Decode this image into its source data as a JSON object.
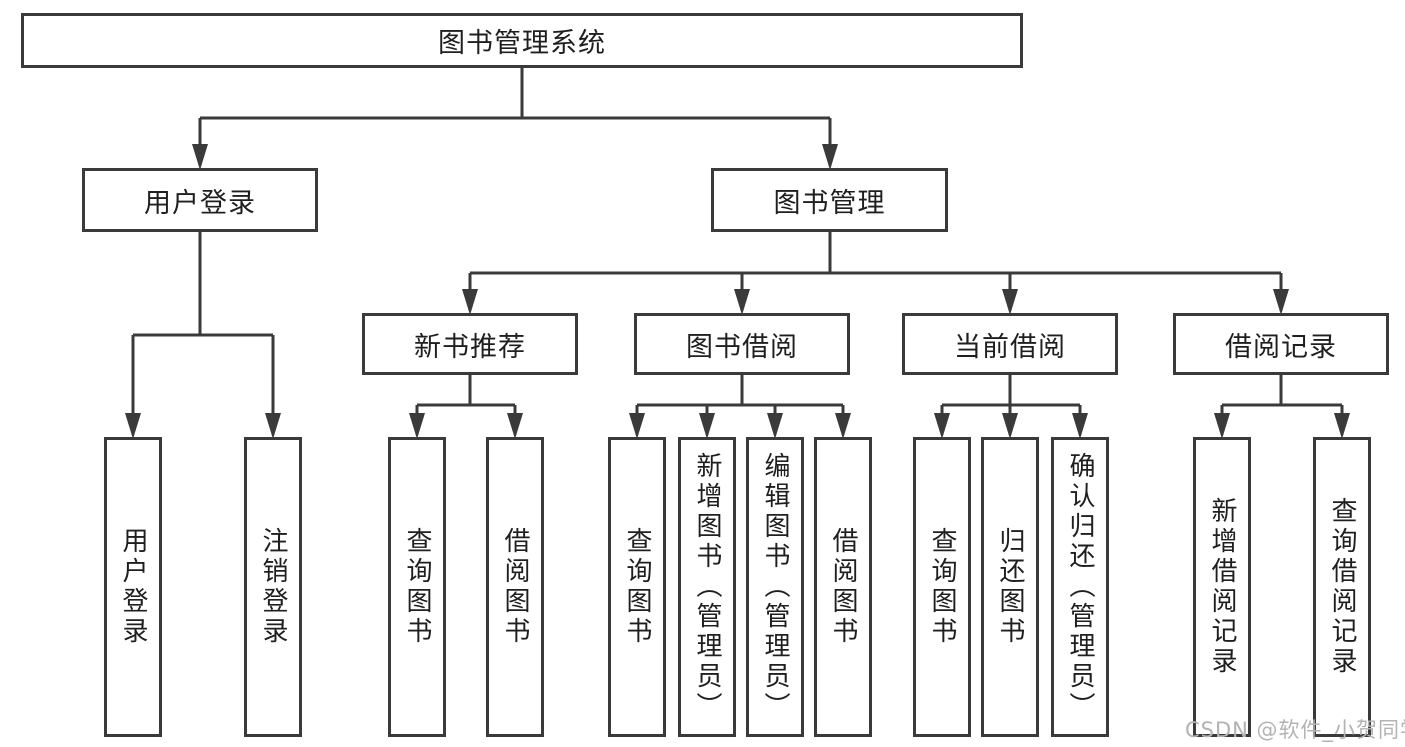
{
  "diagram": {
    "root": {
      "label": "图书管理系统"
    },
    "branches": [
      {
        "label": "用户登录",
        "children": [
          {
            "label": "用户登录"
          },
          {
            "label": "注销登录"
          }
        ]
      },
      {
        "label": "图书管理",
        "children": [
          {
            "label": "新书推荐",
            "children": [
              {
                "label": "查询图书"
              },
              {
                "label": "借阅图书"
              }
            ]
          },
          {
            "label": "图书借阅",
            "children": [
              {
                "label": "查询图书"
              },
              {
                "label": "新增图书（管理员）"
              },
              {
                "label": "编辑图书（管理员）"
              },
              {
                "label": "借阅图书"
              }
            ]
          },
          {
            "label": "当前借阅",
            "children": [
              {
                "label": "查询图书"
              },
              {
                "label": "归还图书"
              },
              {
                "label": "确认归还（管理员）"
              }
            ]
          },
          {
            "label": "借阅记录",
            "children": [
              {
                "label": "新增借阅记录"
              },
              {
                "label": "查询借阅记录"
              }
            ]
          }
        ]
      }
    ],
    "watermark": "CSDN @软件_小贺同学",
    "colors": {
      "border": "#3a3a3a",
      "line": "#3a3a3a",
      "text": "#1f1f1f",
      "watermark": "#b3b3b3",
      "background": "#ffffff"
    }
  }
}
